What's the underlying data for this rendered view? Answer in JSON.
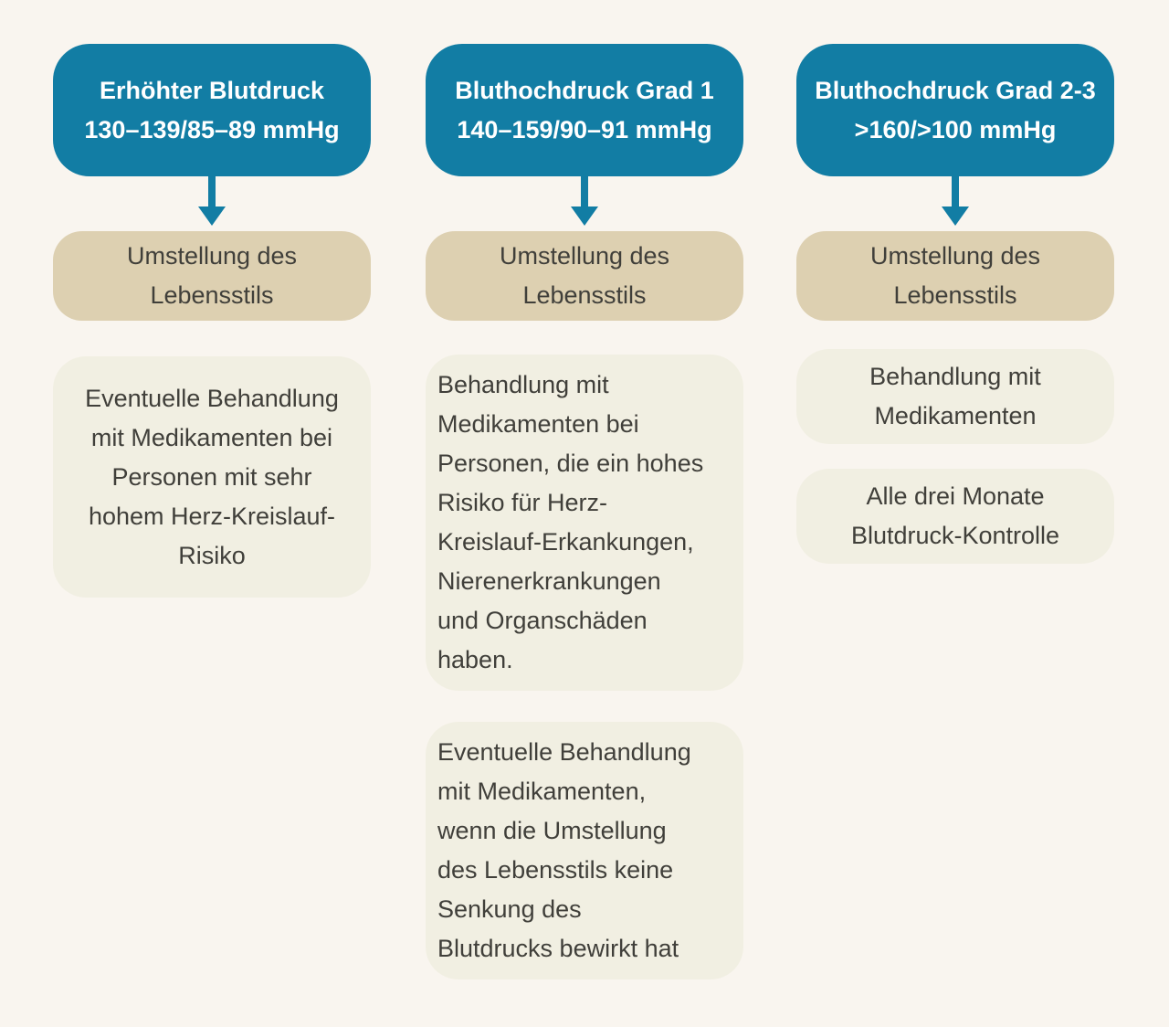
{
  "diagram": {
    "title_semantic": "Bluthochdruck Behandlungs-Flussdiagramm",
    "colors": {
      "header_bg": "#127da4",
      "header_text": "#ffffff",
      "lifestyle_bg": "#ddd0b1",
      "treatment_bg": "#f1efe2",
      "body_text": "#403f3a",
      "arrow": "#127da4",
      "background": "#f9f5ef"
    },
    "columns": [
      {
        "id": "erhoehter-blutdruck",
        "header": "Erhöhter Blutdruck\n130–139/85–89 mmHg",
        "lifestyle": "Umstellung des\nLebensstils",
        "treatments": [
          "Eventuelle Behandlung\nmit Medikamenten bei\nPersonen mit sehr\nhohem Herz-Kreislauf-\nRisiko"
        ]
      },
      {
        "id": "bluthochdruck-grad-1",
        "header": "Bluthochdruck Grad 1\n140–159/90–91 mmHg",
        "lifestyle": "Umstellung des\nLebensstils",
        "treatments": [
          "Behandlung mit\nMedikamenten bei\nPersonen, die ein hohes\nRisiko für Herz-\nKreislauf-Erkankungen,\nNierenerkrankungen\nund Organschäden\nhaben.",
          "Eventuelle Behandlung\nmit Medikamenten,\nwenn die Umstellung\ndes Lebensstils keine\nSenkung des\nBlutdrucks bewirkt hat"
        ]
      },
      {
        "id": "bluthochdruck-grad-2-3",
        "header": "Bluthochdruck Grad 2-3\n>160/>100 mmHg",
        "lifestyle": "Umstellung des\nLebensstils",
        "treatments": [
          "Behandlung mit\nMedikamenten",
          "Alle drei Monate\nBlutdruck-Kontrolle"
        ]
      }
    ]
  }
}
